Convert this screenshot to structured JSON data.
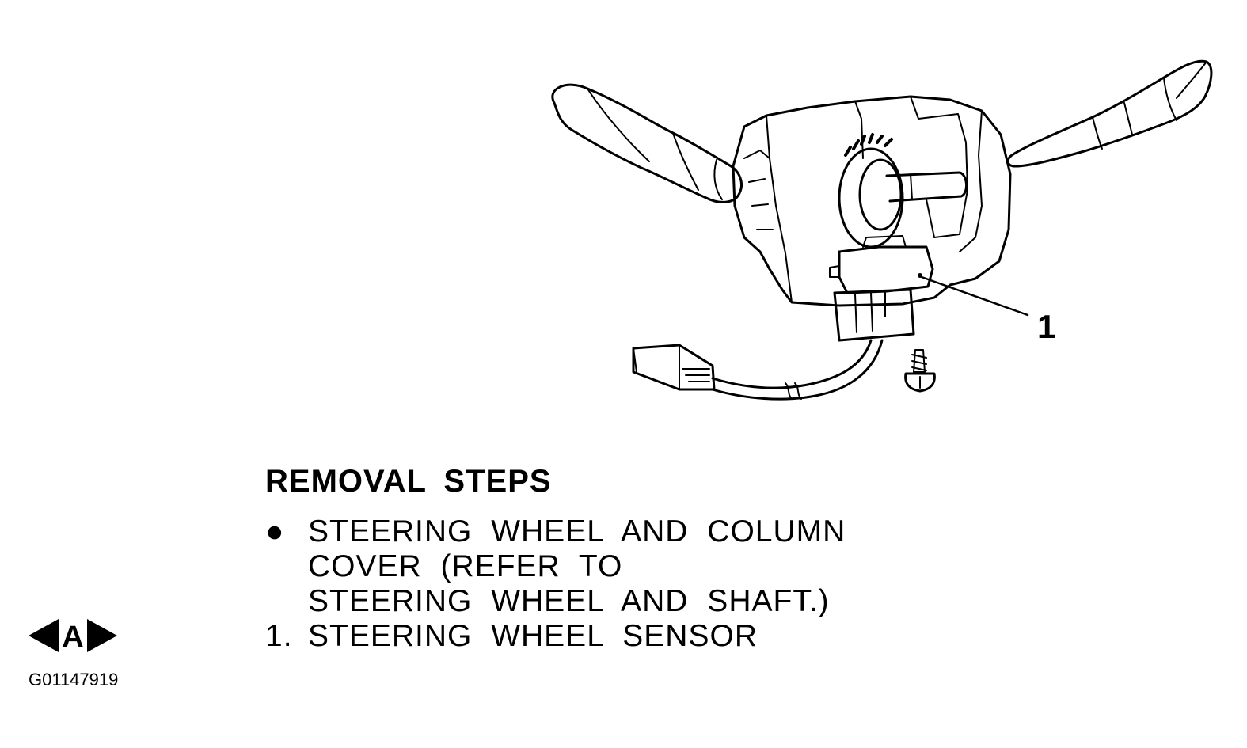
{
  "figure": {
    "callout": "1",
    "code": "G01147919"
  },
  "removal": {
    "heading": "REMOVAL STEPS",
    "steps": [
      {
        "marker": "●",
        "text": "STEERING WHEEL AND COLUMN\nCOVER (REFER TO\nSTEERING WHEEL AND SHAFT.)"
      },
      {
        "marker": "1.",
        "text": "STEERING WHEEL SENSOR"
      }
    ]
  },
  "badge": {
    "letter": "A",
    "icon": "double-arrow-badge-icon"
  },
  "colors": {
    "ink": "#000000",
    "paper": "#ffffff"
  }
}
